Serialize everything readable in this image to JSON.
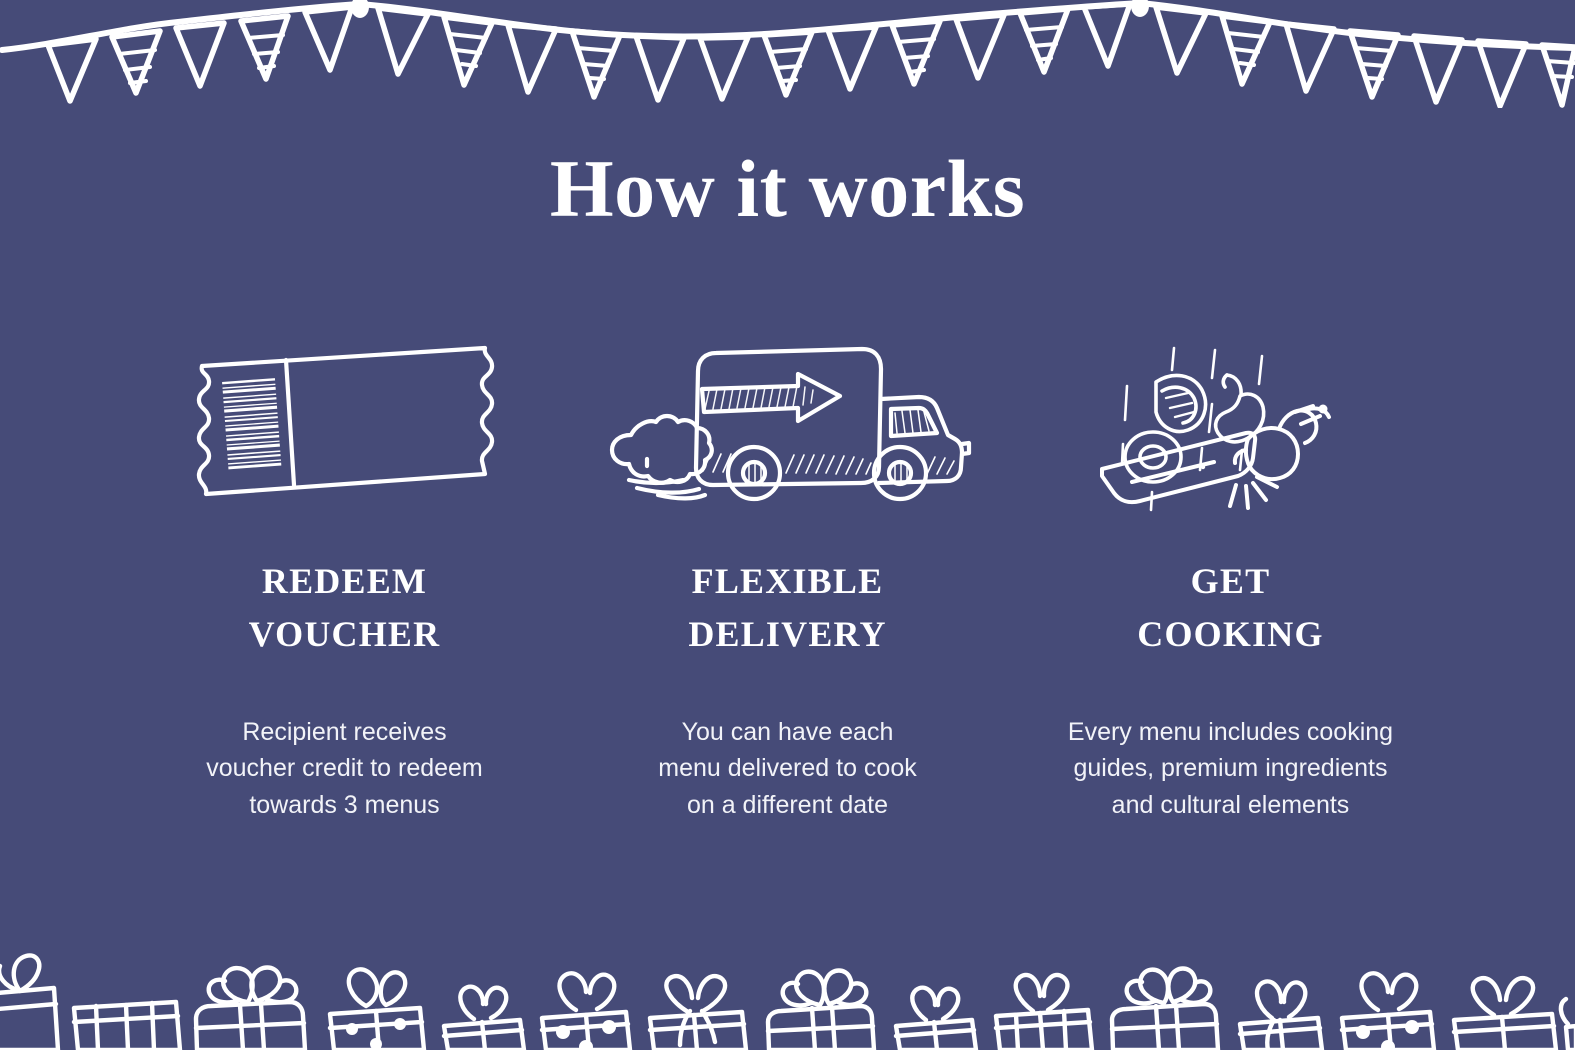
{
  "theme": {
    "background_color": "#464b78",
    "ink_color": "#ffffff",
    "body_text_color": "#f2f3f8"
  },
  "header": {
    "title": "How it works"
  },
  "decorations": {
    "top_border": {
      "name": "bunting-banner",
      "description": "hand-drawn string of triangular party flags, alternating plain and horizontally-striped",
      "flag_count": 26
    },
    "bottom_border": {
      "name": "gift-boxes-row",
      "description": "hand-drawn row of wrapped gift boxes with ribbons and bows, some polka-dotted, some striped",
      "gift_count": 12
    }
  },
  "steps": [
    {
      "icon": "voucher-ticket-icon",
      "heading": "REDEEM\nVOUCHER",
      "body": "Recipient receives\nvoucher credit to redeem\ntowards 3 menus"
    },
    {
      "icon": "delivery-truck-icon",
      "heading": "FLEXIBLE\nDELIVERY",
      "body": "You can have each\nmenu delivered to cook\non a different date"
    },
    {
      "icon": "knife-cooking-icon",
      "heading": "GET\nCOOKING",
      "body": "Every menu includes cooking\nguides, premium ingredients\nand cultural elements"
    }
  ]
}
